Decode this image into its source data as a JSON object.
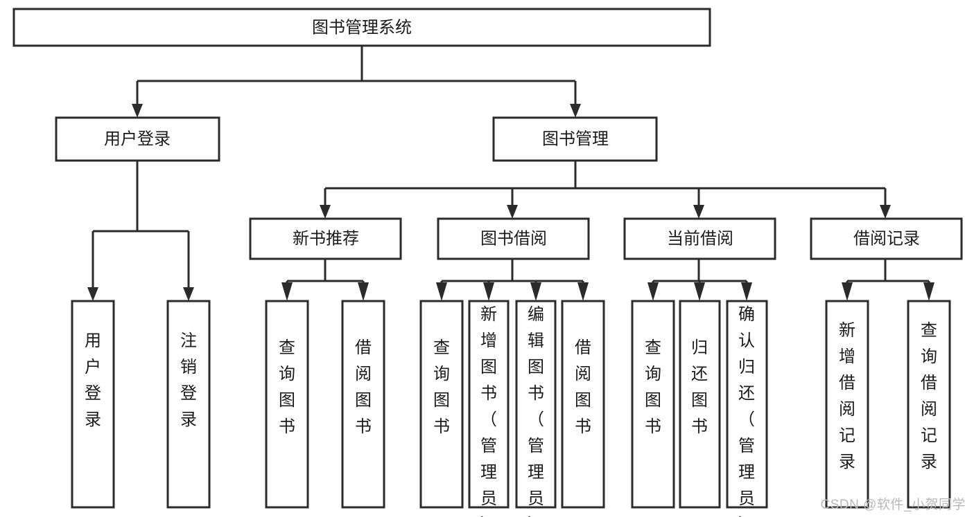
{
  "diagram": {
    "title": "图书管理系统",
    "root": {
      "id": "root",
      "label": "图书管理系统"
    },
    "level2": [
      {
        "id": "user-login",
        "label": "用户登录"
      },
      {
        "id": "book-manage",
        "label": "图书管理"
      }
    ],
    "level3": [
      {
        "id": "new-book-recommend",
        "label": "新书推荐"
      },
      {
        "id": "book-borrow",
        "label": "图书借阅"
      },
      {
        "id": "current-borrow",
        "label": "当前借阅"
      },
      {
        "id": "borrow-record",
        "label": "借阅记录"
      }
    ],
    "leaves": {
      "user_login": [
        {
          "id": "leaf-user-login",
          "label": "用户登录"
        },
        {
          "id": "leaf-logout-login",
          "label": "注销登录"
        }
      ],
      "new_book_recommend": [
        {
          "id": "leaf-query-book-1",
          "label": "查询图书"
        },
        {
          "id": "leaf-borrow-book-1",
          "label": "借阅图书"
        }
      ],
      "book_borrow": [
        {
          "id": "leaf-query-book-2",
          "label": "查询图书"
        },
        {
          "id": "leaf-add-book",
          "label": "新增图书（管理员）"
        },
        {
          "id": "leaf-edit-book",
          "label": "编辑图书（管理员）"
        },
        {
          "id": "leaf-borrow-book-2",
          "label": "借阅图书"
        }
      ],
      "current_borrow": [
        {
          "id": "leaf-query-book-3",
          "label": "查询图书"
        },
        {
          "id": "leaf-return-book",
          "label": "归还图书"
        },
        {
          "id": "leaf-confirm-return",
          "label": "确认归还（管理员）"
        }
      ],
      "borrow_record": [
        {
          "id": "leaf-add-record",
          "label": "新增借阅记录"
        },
        {
          "id": "leaf-query-record",
          "label": "查询借阅记录"
        }
      ]
    },
    "colors": {
      "stroke": "#2b2b2b",
      "fill": "#ffffff",
      "text": "#1b1b1b",
      "watermark": "#b9b9b9"
    }
  },
  "watermark": {
    "text": "CSDN @软件_小贺同学"
  }
}
